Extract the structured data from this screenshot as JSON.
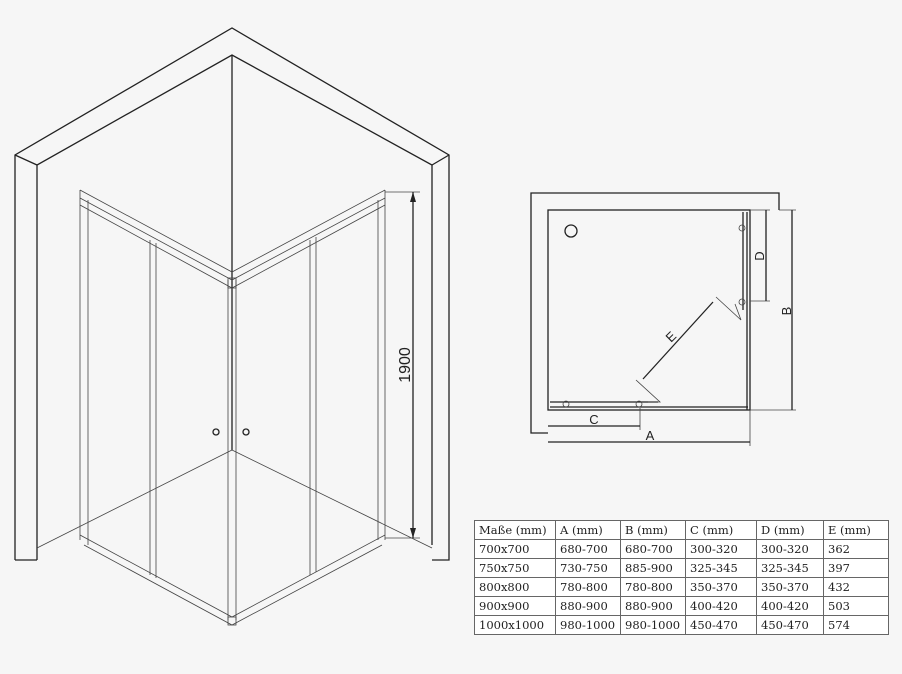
{
  "drawing": {
    "height_label": "1900",
    "plan_labels": {
      "a": "A",
      "b": "B",
      "c": "C",
      "d": "D",
      "e": "E"
    }
  },
  "table": {
    "headers": [
      "Maße (mm)",
      "A (mm)",
      "B (mm)",
      "C (mm)",
      "D (mm)",
      "E (mm)"
    ],
    "rows": [
      [
        "700x700",
        "680-700",
        "680-700",
        "300-320",
        "300-320",
        "362"
      ],
      [
        "750x750",
        "730-750",
        "885-900",
        "325-345",
        "325-345",
        "397"
      ],
      [
        "800x800",
        "780-800",
        "780-800",
        "350-370",
        "350-370",
        "432"
      ],
      [
        "900x900",
        "880-900",
        "880-900",
        "400-420",
        "400-420",
        "503"
      ],
      [
        "1000x1000",
        "980-1000",
        "980-1000",
        "450-470",
        "450-470",
        "574"
      ]
    ]
  }
}
